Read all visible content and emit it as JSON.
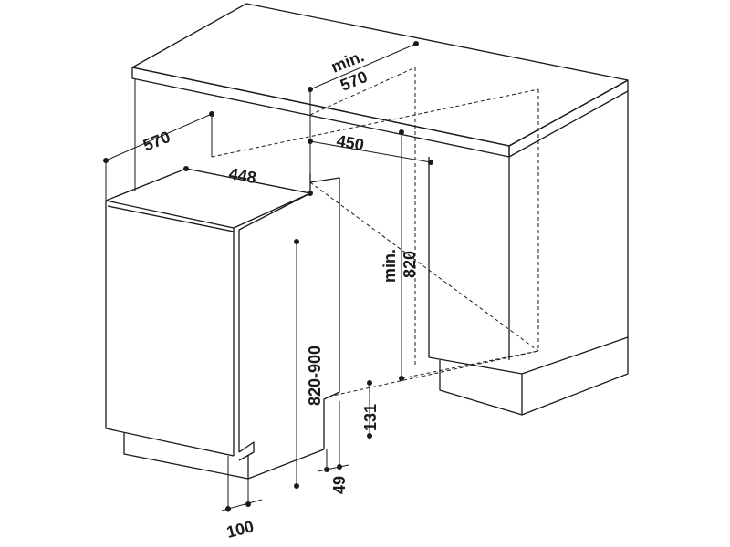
{
  "dimensions": {
    "cabinet_depth_min_prefix": "min.",
    "cabinet_depth_min_value": "570",
    "niche_width": "450",
    "appliance_depth": "570",
    "appliance_width": "448",
    "niche_height_min_prefix": "min.",
    "niche_height_min_value": "820",
    "appliance_height": "820-900",
    "plinth_height": "131",
    "door_offset": "49",
    "plinth_depth": "100"
  }
}
